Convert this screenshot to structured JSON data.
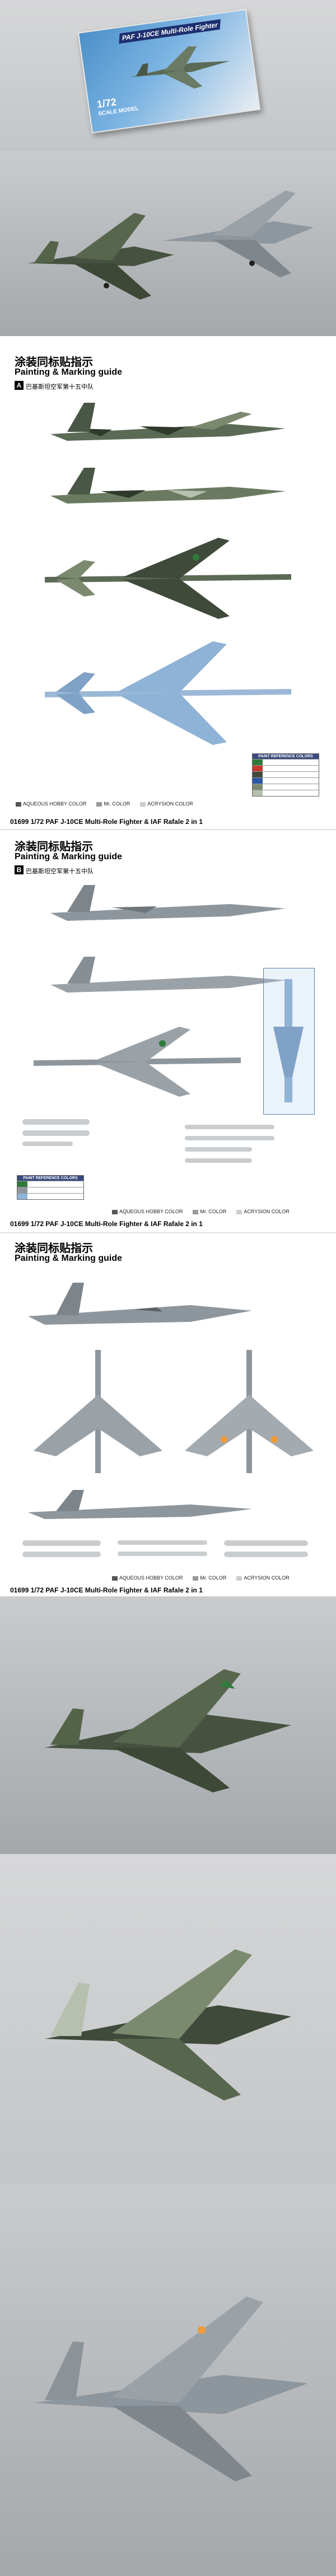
{
  "box": {
    "title": "PAF J-10CE Multi-Role Fighter",
    "scale": "1/72",
    "subtitle": "SCALE MODEL"
  },
  "sheet1": {
    "title_cn": "涂装同标贴指示",
    "title_en": "Painting & Marking guide",
    "scheme_letter": "A",
    "scheme_text": "巴基斯坦空军第十五中队",
    "legend": [
      "AQUEOUS HOBBY COLOR",
      "Mr. COLOR",
      "ACRYSION COLOR"
    ],
    "chart_header": "PAINT REFERENCE COLORS",
    "caption": "01699 1/72 PAF J-10CE Multi-Role Fighter & IAF Rafale 2 in 1"
  },
  "sheet2": {
    "title_cn": "涂装同标贴指示",
    "title_en": "Painting & Marking guide",
    "scheme_letter": "B",
    "scheme_text": "巴基斯坦空军第十五中队",
    "legend": [
      "AQUEOUS HOBBY COLOR",
      "Mr. COLOR",
      "ACRYSION COLOR"
    ],
    "chart_header": "PAINT REFERENCE COLORS",
    "caption": "01699 1/72 PAF J-10CE Multi-Role Fighter & IAF Rafale 2 in 1"
  },
  "sheet3": {
    "title_cn": "涂装同标贴指示",
    "title_en": "Painting & Marking guide",
    "legend": [
      "AQUEOUS HOBBY COLOR",
      "Mr. COLOR",
      "ACRYSION COLOR"
    ],
    "caption": "01699 1/72 PAF J-10CE Multi-Role Fighter & IAF Rafale 2 in 1"
  },
  "colors": {
    "camo_dark": "#3f4a3a",
    "camo_mid": "#7b8a6e",
    "camo_light": "#b7bfae",
    "rafale_gray": "#8e969d",
    "sky_blue": "#8fb3d6",
    "green": "#2f7a3b"
  }
}
